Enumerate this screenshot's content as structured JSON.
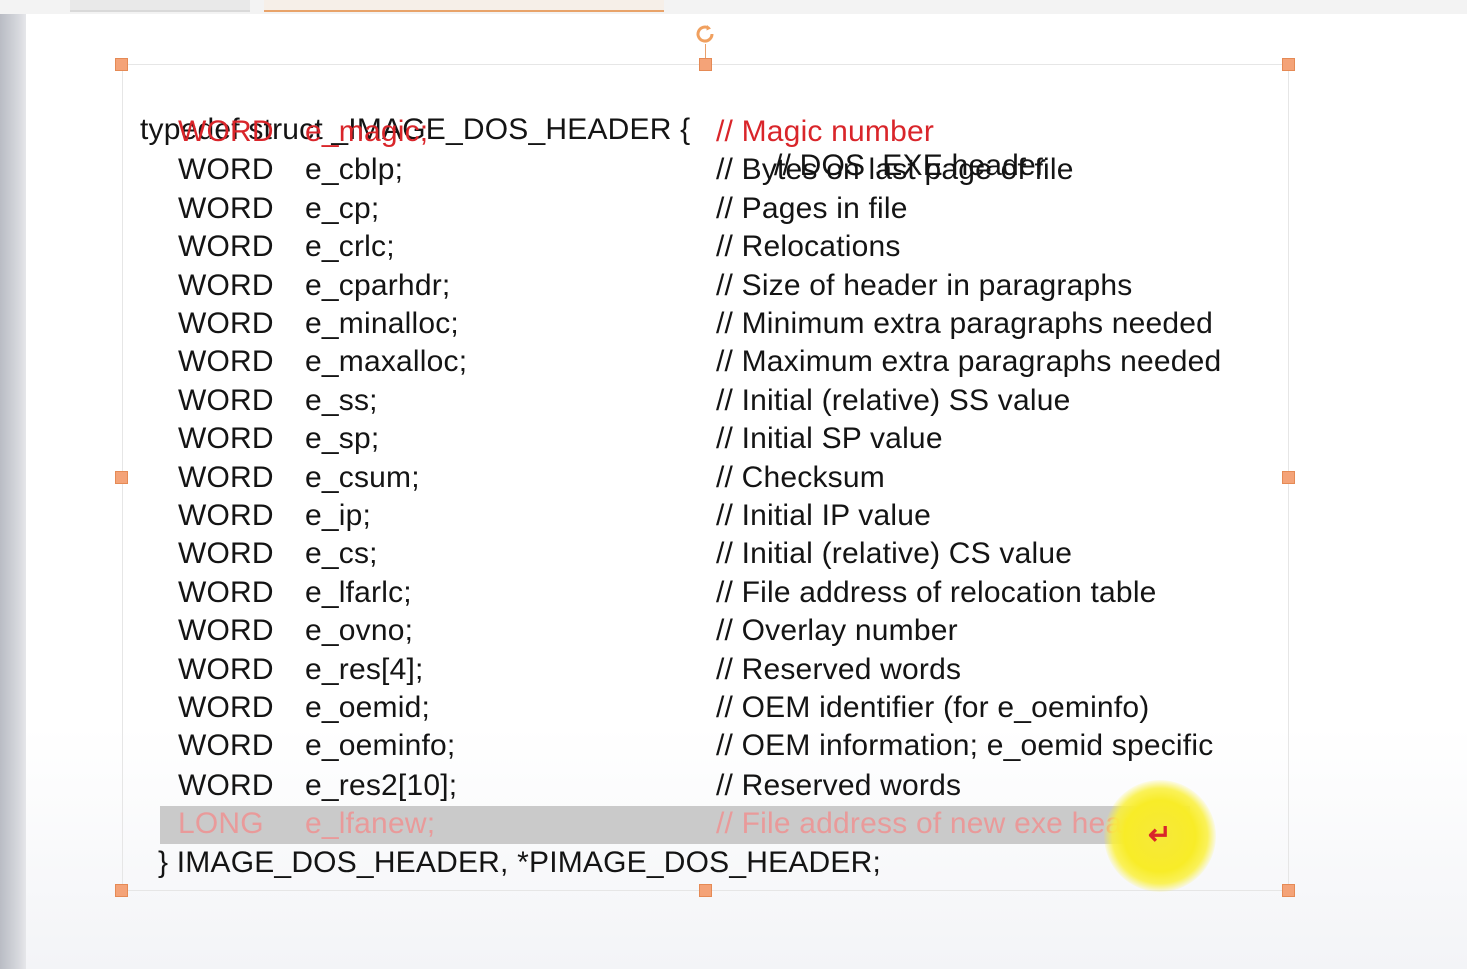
{
  "code": {
    "header_line": {
      "text": "typedef struct _IMAGE_DOS_HEADER {",
      "comment": "// DOS .EXE header"
    },
    "fields": [
      {
        "type": "WORD",
        "name": "e_magic;",
        "comment": "// Magic number",
        "style": "red"
      },
      {
        "type": "WORD",
        "name": "e_cblp;",
        "comment": "// Bytes on last page of file",
        "style": "normal"
      },
      {
        "type": "WORD",
        "name": "e_cp;",
        "comment": "// Pages in file",
        "style": "normal"
      },
      {
        "type": "WORD",
        "name": "e_crlc;",
        "comment": "// Relocations",
        "style": "normal"
      },
      {
        "type": "WORD",
        "name": "e_cparhdr;",
        "comment": "// Size of header in paragraphs",
        "style": "normal"
      },
      {
        "type": "WORD",
        "name": "e_minalloc;",
        "comment": "// Minimum extra paragraphs needed",
        "style": "normal"
      },
      {
        "type": "WORD",
        "name": "e_maxalloc;",
        "comment": "// Maximum extra paragraphs needed",
        "style": "normal"
      },
      {
        "type": "WORD",
        "name": "e_ss;",
        "comment": "// Initial (relative) SS value",
        "style": "normal"
      },
      {
        "type": "WORD",
        "name": "e_sp;",
        "comment": "// Initial SP value",
        "style": "normal"
      },
      {
        "type": "WORD",
        "name": "e_csum;",
        "comment": "// Checksum",
        "style": "normal"
      },
      {
        "type": "WORD",
        "name": "e_ip;",
        "comment": "// Initial IP value",
        "style": "normal"
      },
      {
        "type": "WORD",
        "name": "e_cs;",
        "comment": "// Initial (relative) CS value",
        "style": "normal"
      },
      {
        "type": "WORD",
        "name": "e_lfarlc;",
        "comment": "// File address of relocation table",
        "style": "normal"
      },
      {
        "type": "WORD",
        "name": "e_ovno;",
        "comment": "// Overlay number",
        "style": "normal"
      },
      {
        "type": "WORD",
        "name": "e_res[4];",
        "comment": "// Reserved words",
        "style": "normal"
      },
      {
        "type": "WORD",
        "name": "e_oemid;",
        "comment": "// OEM identifier (for e_oeminfo)",
        "style": "normal"
      },
      {
        "type": "WORD",
        "name": "e_oeminfo;",
        "comment": "// OEM information; e_oemid specific",
        "style": "normal"
      },
      {
        "type": "WORD",
        "name": "e_res2[10];",
        "comment": "// Reserved words",
        "style": "normal"
      },
      {
        "type": "LONG",
        "name": "e_lfanew;",
        "comment": "// File address of new exe header",
        "style": "highlighted"
      }
    ],
    "closing_line": "} IMAGE_DOS_HEADER, *PIMAGE_DOS_HEADER;"
  },
  "colors": {
    "accent_red": "#d9252a",
    "selection_handle": "#f4a378",
    "highlight_bar": "#c4c4c4",
    "cursor_highlight": "#f6e83a"
  },
  "icons": {
    "rotate_handle": "rotate-icon",
    "pointer": "mouse-pointer-icon"
  }
}
